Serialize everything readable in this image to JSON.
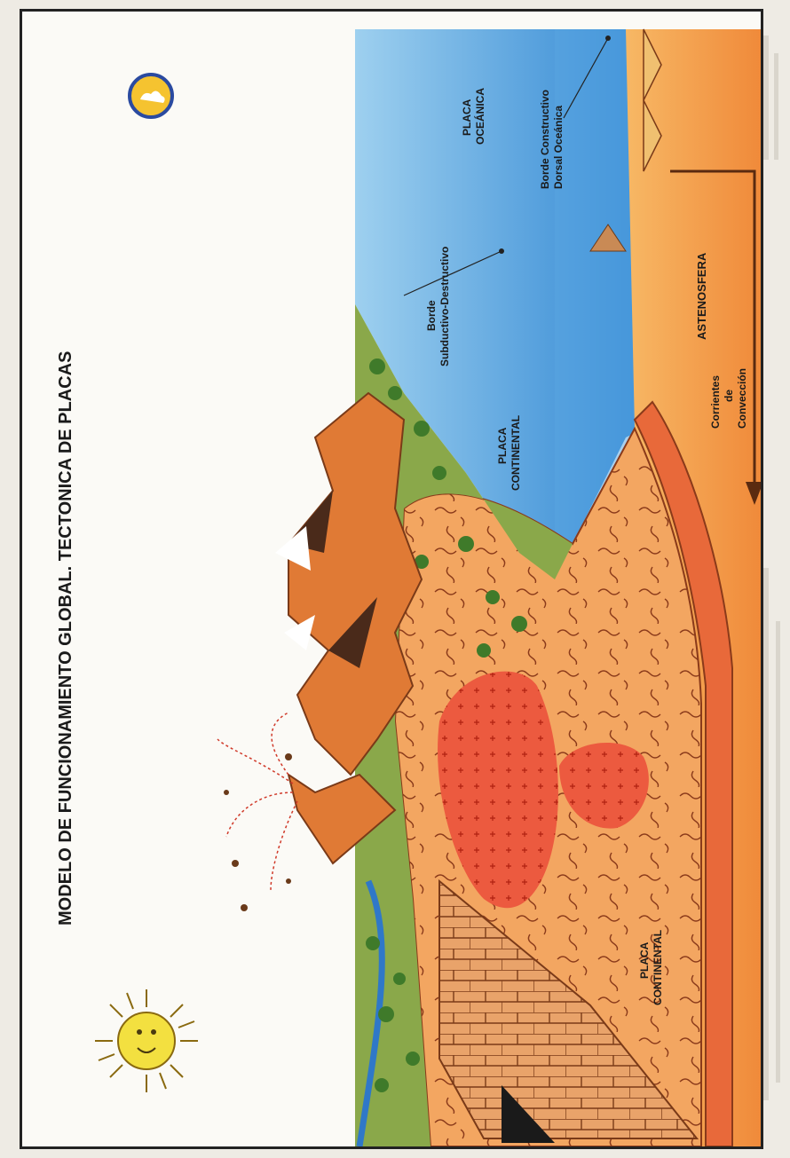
{
  "title": "MODELO DE FUNCIONAMIENTO GLOBAL. TECTONICA DE PLACAS",
  "labels": {
    "placa_oceanica": [
      "PLACA",
      "OCEÁNICA"
    ],
    "borde_constructivo": [
      "Borde Constructivo",
      "Dorsal Oceánica"
    ],
    "borde_subductivo": [
      "Borde",
      "Subductivo-Destructivo"
    ],
    "astenosfera": "ASTENOSFERA",
    "corrientes": [
      "Corrientes",
      "de",
      "Convección"
    ],
    "placa_continental_top": [
      "PLACA",
      "CONTINENTAL"
    ],
    "placa_continental_bottom": [
      "PLACA",
      "CONTINENTAL"
    ]
  },
  "icons": {
    "top_logo": "cloud-logo-icon",
    "sun": "sun-icon"
  },
  "colors": {
    "ocean": "#3e8ed6",
    "land_green": "#8aa84a",
    "mountain": "#e07a35",
    "mantle": "#f2a24a",
    "magma": "#e8553a"
  }
}
